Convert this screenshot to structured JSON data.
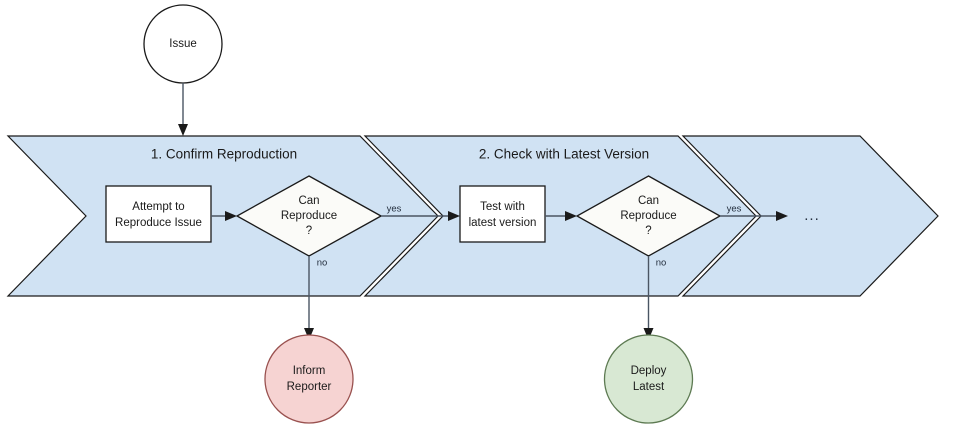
{
  "diagram": {
    "type": "flowchart",
    "title": "Issue triage chevron process flow",
    "colors": {
      "band_fill": "#d0e2f3",
      "band_stroke": "#1a1a1a",
      "node_fill": "#ffffff",
      "pink_fill": "#f6d3d2",
      "pink_stroke": "#99514f",
      "green_fill": "#d8e8d3",
      "green_stroke": "#5d7a52",
      "edge_stroke": "#4a5563",
      "text": "#1a1a1a"
    },
    "bands": [
      {
        "id": "band-1",
        "title": "1. Confirm Reproduction"
      },
      {
        "id": "band-2",
        "title": "2. Check with Latest Version"
      },
      {
        "id": "band-3",
        "title": ""
      }
    ],
    "nodes": [
      {
        "id": "start",
        "shape": "circle",
        "label": "Issue",
        "lines": [
          "Issue"
        ]
      },
      {
        "id": "attempt-reproduce",
        "shape": "rectangle",
        "lines": [
          "Attempt to",
          "Reproduce Issue"
        ]
      },
      {
        "id": "can-reproduce-1",
        "shape": "diamond",
        "lines": [
          "Can",
          "Reproduce",
          "?"
        ]
      },
      {
        "id": "test-latest",
        "shape": "rectangle",
        "lines": [
          "Test with",
          "latest version"
        ]
      },
      {
        "id": "can-reproduce-2",
        "shape": "diamond",
        "lines": [
          "Can",
          "Reproduce",
          "?"
        ]
      },
      {
        "id": "inform-reporter",
        "shape": "circle",
        "lines": [
          "Inform",
          "Reporter"
        ]
      },
      {
        "id": "deploy-latest",
        "shape": "circle",
        "lines": [
          "Deploy",
          "Latest"
        ]
      },
      {
        "id": "continuation",
        "shape": "text",
        "lines": [
          "..."
        ]
      }
    ],
    "edge_labels": {
      "yes_1": "yes",
      "no_1": "no",
      "yes_2": "yes",
      "no_2": "no"
    },
    "ellipsis": "..."
  }
}
